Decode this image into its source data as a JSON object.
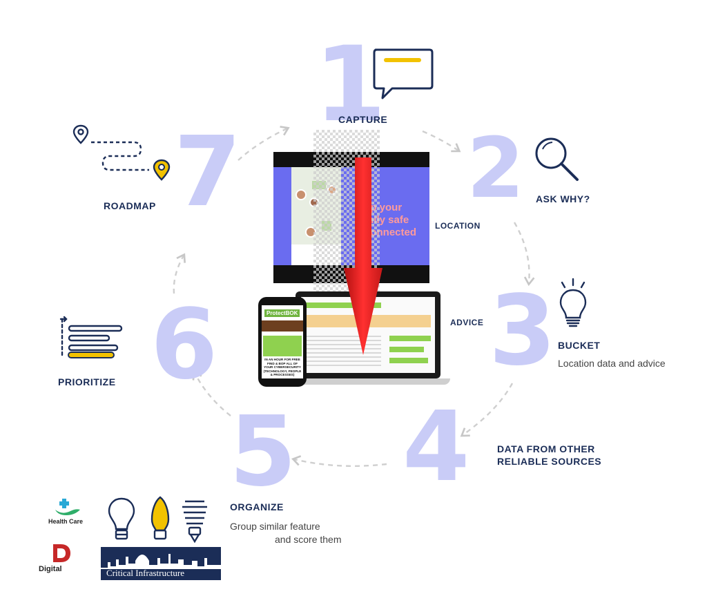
{
  "steps": [
    {
      "number": "1",
      "label": "CAPTURE"
    },
    {
      "number": "2",
      "label": "ASK WHY?"
    },
    {
      "number": "3",
      "label": "BUCKET",
      "sub": "Location data and advice"
    },
    {
      "number": "4",
      "label_line1": "DATA FROM OTHER",
      "label_line2": "RELIABLE SOURCES"
    },
    {
      "number": "5",
      "label": "ORGANIZE",
      "sub_line1": "Group similar feature",
      "sub_line2": "and score them"
    },
    {
      "number": "6",
      "label": "PRIORITIZE"
    },
    {
      "number": "7",
      "label": "ROADMAP"
    }
  ],
  "center": {
    "location_label": "LOCATION",
    "advice_label": "ADVICE",
    "app_overlay_text": [
      "ep your",
      "mily safe",
      "connected"
    ],
    "phone_brand": "ProtectBOK",
    "phone_text": "IN AN HOUR FOR FREE FIND & BOP ALL OF YOUR CYBERSECURITY (TECHNOLOGY, PEOPLE & PROCESSES)"
  },
  "logos": {
    "health_care": "Health Care",
    "digital": "Digital",
    "critical_infrastructure": "Critical Infrastructure"
  },
  "colors": {
    "navy": "#1b2d57",
    "number": "#c9ccf7",
    "accent_yellow": "#f2c200",
    "arrow_red": "#ee2222",
    "app_blue": "#6a6cf0"
  }
}
